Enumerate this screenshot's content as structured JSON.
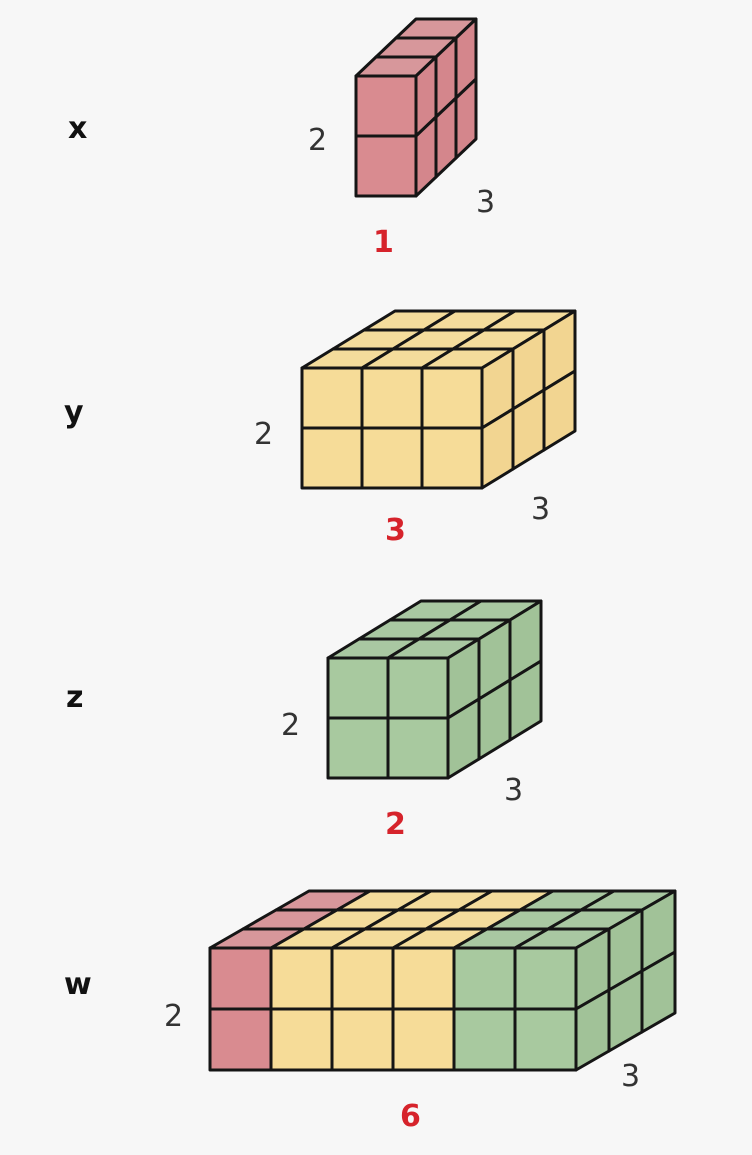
{
  "tensors": [
    {
      "name": "x",
      "height_label": "2",
      "depth_label": "3",
      "width_label": "1",
      "dims": {
        "width": 1,
        "height": 2,
        "depth": 3
      },
      "column_colors": [
        "red"
      ]
    },
    {
      "name": "y",
      "height_label": "2",
      "depth_label": "3",
      "width_label": "3",
      "dims": {
        "width": 3,
        "height": 2,
        "depth": 3
      },
      "column_colors": [
        "yellow",
        "yellow",
        "yellow"
      ]
    },
    {
      "name": "z",
      "height_label": "2",
      "depth_label": "3",
      "width_label": "2",
      "dims": {
        "width": 2,
        "height": 2,
        "depth": 3
      },
      "column_colors": [
        "green",
        "green"
      ]
    },
    {
      "name": "w",
      "height_label": "2",
      "depth_label": "3",
      "width_label": "6",
      "dims": {
        "width": 6,
        "height": 2,
        "depth": 3
      },
      "column_colors": [
        "red",
        "yellow",
        "yellow",
        "yellow",
        "green",
        "green"
      ]
    }
  ],
  "colors": {
    "red": {
      "front": "#d98b90",
      "top": "#d7979b",
      "side": "#d4868c"
    },
    "yellow": {
      "front": "#f6dc98",
      "top": "#f4dc9c",
      "side": "#f2d591"
    },
    "green": {
      "front": "#a8c99f",
      "top": "#a9c8a2",
      "side": "#a1c298"
    },
    "outline": "#151515",
    "width_label": "#d6232b",
    "background": "#f7f7f7"
  }
}
